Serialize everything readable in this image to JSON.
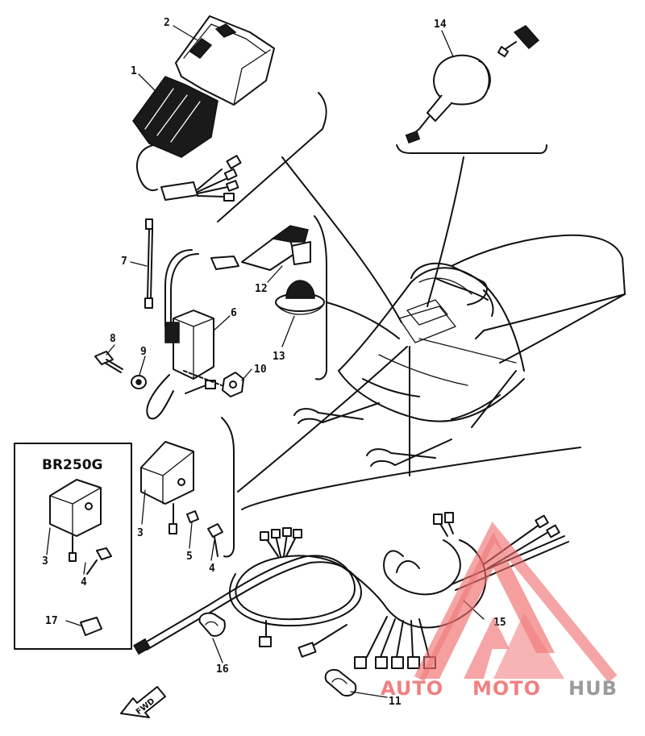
{
  "diagram": {
    "model_label": "BR250G",
    "front_arrow_label": "FWD",
    "part_numbers": {
      "cdi_unit_cover": "2",
      "cdi_unit": "1",
      "plug_lead_wire": "7",
      "ignition_coil": "6",
      "spark_plug_cap": "12",
      "cap_rubber": "13",
      "bolt": "8",
      "washer": "9",
      "nut": "10",
      "main_switch": "14",
      "voltage_regulator": "3",
      "regulator_nut": "5",
      "regulator_bolt": "4",
      "br_regulator": "3",
      "br_bolt": "4",
      "br_part": "17",
      "wire_harness": "15",
      "clamp": "16",
      "band": "11"
    }
  },
  "watermark": {
    "brand_auto": "AUTO",
    "brand_moto": "MOTO",
    "brand_hub": "HUB",
    "color_red": "#ef6a6a",
    "color_gray": "#8a8a8a"
  }
}
